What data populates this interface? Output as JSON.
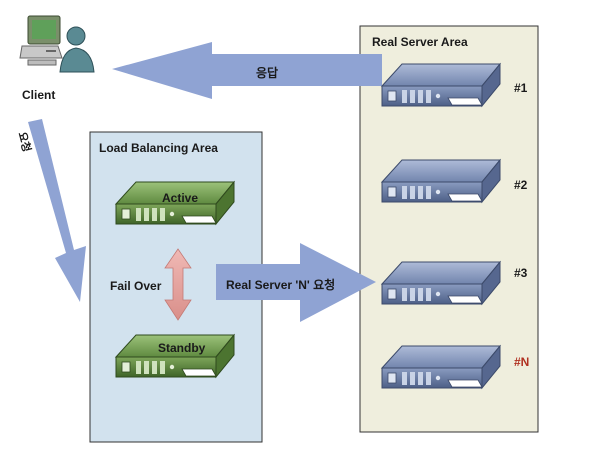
{
  "client": {
    "label": "Client"
  },
  "arrows": {
    "response": "응답",
    "request": "요청",
    "forward": "Real Server  'N'  요청"
  },
  "load_balancing": {
    "title": "Load Balancing Area",
    "active": "Active",
    "standby": "Standby",
    "failover": "Fail Over"
  },
  "real_servers": {
    "title": "Real Server Area",
    "servers": [
      "#1",
      "#2",
      "#3",
      "#N"
    ]
  },
  "colors": {
    "arrow_fill": "#8fa3d3",
    "lb_area": "#d2e2ee",
    "rs_area": "#efeedd",
    "active_server": "#6f9a4e",
    "rs_server": "#7c8eb3",
    "failover_arrow": "#e6a8a4",
    "n_label": "#b03020"
  }
}
